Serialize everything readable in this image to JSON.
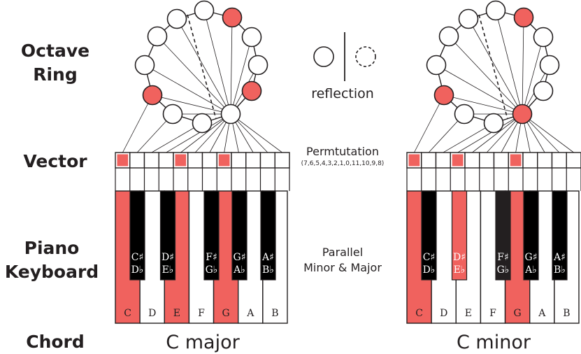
{
  "row_labels": {
    "octave_ring": [
      "Octave",
      "Ring"
    ],
    "vector": "Vector",
    "piano_keyboard": [
      "Piano",
      "Keyboard"
    ],
    "chord": "Chord"
  },
  "middle": {
    "reflection_label": "reflection",
    "permutation_title": "Permtutation",
    "permutation_values": "(7,6,5,4,3,2,1,0,11,10,9,8)",
    "parallel_label": [
      "Parallel",
      "Minor & Major"
    ]
  },
  "white_key_names": [
    "C",
    "D",
    "E",
    "F",
    "G",
    "A",
    "B"
  ],
  "black_key_names": [
    {
      "top": "C♯",
      "bottom": "D♭"
    },
    {
      "top": "D♯",
      "bottom": "E♭"
    },
    {
      "top": "F♯",
      "bottom": "G♭"
    },
    {
      "top": "G♯",
      "bottom": "A♭"
    },
    {
      "top": "A♯",
      "bottom": "B♭"
    }
  ],
  "chords": [
    {
      "name": "C major",
      "highlighted_white": [
        0,
        2,
        4
      ],
      "highlighted_black": [],
      "vector_active": [
        0,
        4,
        7
      ]
    },
    {
      "name": "C minor",
      "highlighted_white": [
        0,
        4
      ],
      "highlighted_black": [
        1
      ],
      "vector_active": [
        0,
        3,
        7
      ]
    }
  ],
  "colors": {
    "highlight": "#f0625e",
    "black_key": "#000000",
    "black_key_minor": "#231f20",
    "outline": "#231f20"
  }
}
